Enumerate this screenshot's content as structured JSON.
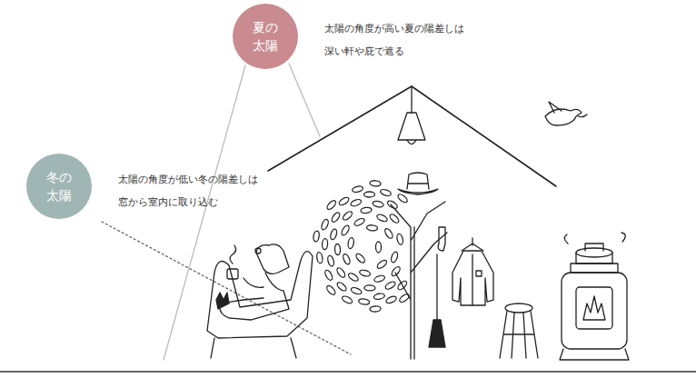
{
  "diagram": {
    "nodes": [
      {
        "text": [
          "夏の 太陽",
          "太陽の角度が高い夏の陽差しは 深い軒や庇で遮る"
        ]
      },
      {
        "text": [
          "冬の 太陽",
          "太陽の角度が低い冬の陽差しは 窓から室内に取り込む"
        ]
      }
    ]
  }
}
